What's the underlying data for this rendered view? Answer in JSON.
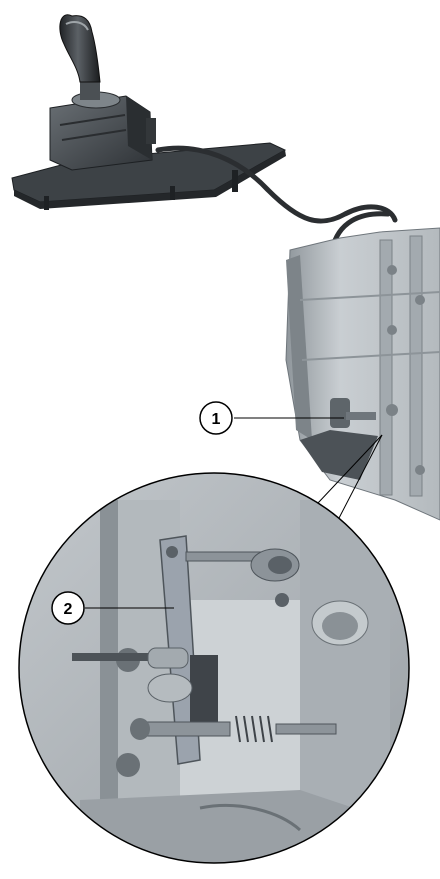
{
  "callouts": [
    {
      "number": "1",
      "target": "shift-cable-end-on-gearbox"
    },
    {
      "number": "2",
      "target": "selector-lever"
    }
  ],
  "colors": {
    "background": "#ffffff",
    "metal_light": "#d6dadd",
    "metal_mid": "#aeb4b9",
    "metal_dark": "#6f767c",
    "shifter_housing": "#4a4f54",
    "cable": "#2b2e31",
    "line": "#000000"
  }
}
